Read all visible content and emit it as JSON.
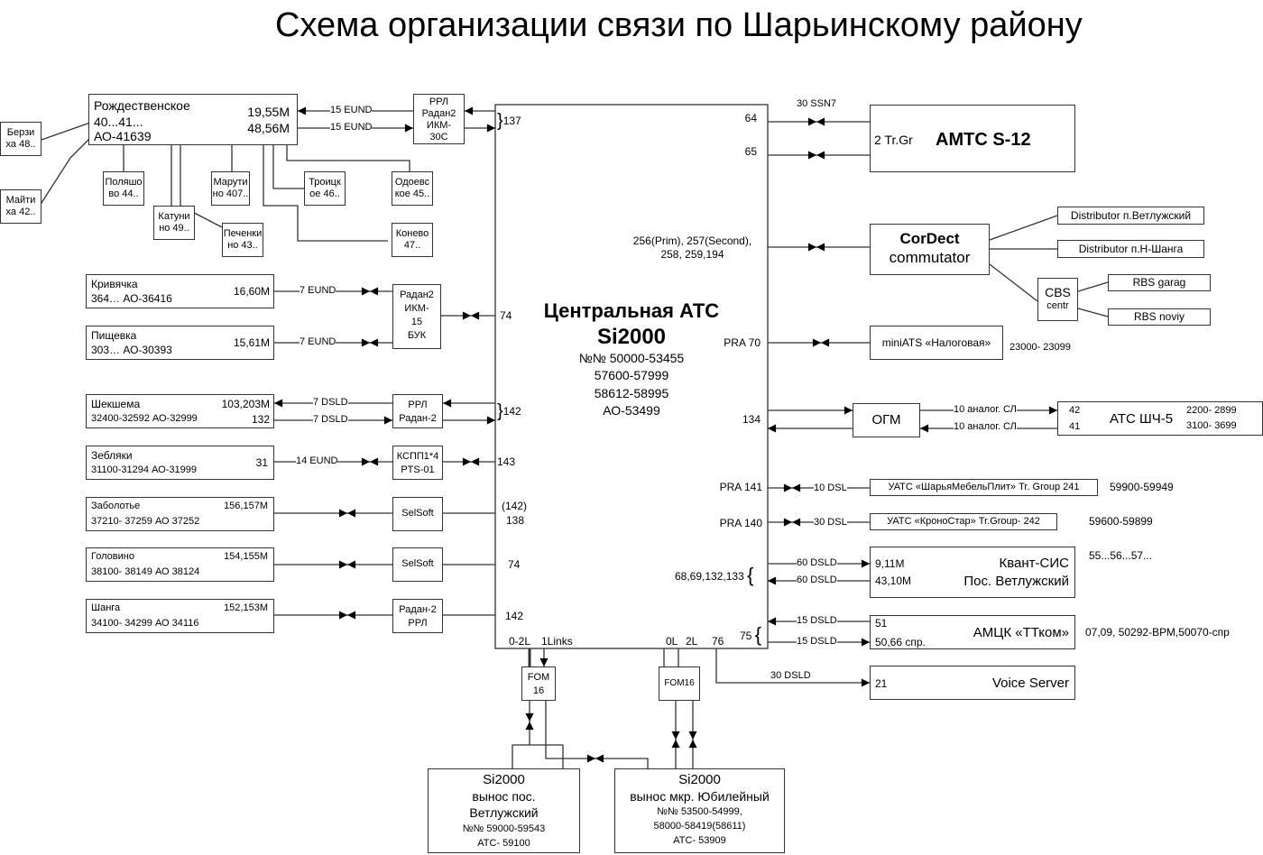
{
  "title": "Схема организации связи по Шарьинскому району",
  "central": {
    "name_line1": "Центральная АТС",
    "name_line2": "Si2000",
    "numbers": [
      "№№ 50000-53455",
      "57600-57999",
      "58612-58995",
      "АО-53499"
    ],
    "ports_left": [
      "137",
      "74",
      "142",
      "143",
      "(142)",
      "138",
      "74",
      "142"
    ],
    "ports_right": [
      "64",
      "65",
      "256(Prim), 257(Second),",
      "258, 259,194",
      "PRA 70",
      "134",
      "PRA 141",
      "PRA 140",
      "68,69,132,133",
      "75"
    ],
    "ports_bottom": [
      "0-2L",
      "1Links",
      "0L",
      "2L",
      "76"
    ]
  },
  "rozhd": {
    "name": "Рождественское",
    "line2": "40...41...",
    "line3": "АО-41639",
    "port1": "19,55M",
    "port2": "48,56M",
    "link1": "15 EUND",
    "link2": "15 EUND",
    "rrl": [
      "РРЛ",
      "Радан2",
      "ИКМ-",
      "30С"
    ]
  },
  "sub_nodes": [
    [
      "Берзи",
      "ха 48.."
    ],
    [
      "Майти",
      "ха 42.."
    ],
    [
      "Поляшо",
      "во 44.."
    ],
    [
      "Катуни",
      "но 49.."
    ],
    [
      "Печенки",
      "но 43.."
    ],
    [
      "Марути",
      "но 407.."
    ],
    [
      "Троицк",
      "ое 46.."
    ],
    [
      "Одоевс",
      "кое 45.."
    ],
    [
      "Конево",
      "47.."
    ]
  ],
  "left_nodes": [
    {
      "name": "Кривячка",
      "nums": "364… АО-36416",
      "port": "16,60M",
      "link": "7 EUND"
    },
    {
      "name": "Пищевка",
      "nums": "303… АО-30393",
      "port": "15,61M",
      "link": "7 EUND"
    },
    {
      "name": "Шекшема",
      "nums": "32400-32592 АО-32999",
      "port": "103,203M",
      "port2": "132",
      "link": "7 DSLD",
      "link2": "7 DSLD"
    },
    {
      "name": "Зебляки",
      "nums": "31100-31294 АО-31999",
      "port": "31",
      "link": "14 EUND"
    },
    {
      "name": "Заболотье",
      "nums": "37210- 37259  АО 37252",
      "port": "156,157M"
    },
    {
      "name": "Головино",
      "nums": "38100- 38149   АО 38124",
      "port": "154,155M"
    },
    {
      "name": "Шанга",
      "nums": "34100- 34299  АО 34116",
      "port": "152,153M"
    }
  ],
  "mid_devices": {
    "radan15": [
      "Радан2",
      "ИКМ-",
      "15",
      "БУК"
    ],
    "rrl_radan2": [
      "РРЛ",
      "Радан-2"
    ],
    "kspp": [
      "КСПП1*4",
      "PTS-01"
    ],
    "selsoft1": "SelSoft",
    "selsoft2": "SelSoft",
    "radan_rrl": [
      "Радан-2",
      "РРЛ"
    ]
  },
  "right": {
    "amts": {
      "link": "30 SSN7",
      "trgr": "2 Tr.Gr",
      "name": "АМТС S-12"
    },
    "cordect": {
      "name": "CorDect",
      "sub": "commutator",
      "dist1": "Distributor п.Ветлужский",
      "dist2": "Distributor п.Н-Шанга",
      "cbs1": "CBS",
      "cbs2": "centr",
      "rbs1": "RBS garag",
      "rbs2": "RBS noviy"
    },
    "miniats": {
      "name": "miniATS «Налоговая»",
      "range": "23000- 23099"
    },
    "ogm": {
      "name": "ОГМ",
      "link1": "10 аналог. СЛ",
      "link2": "10 аналог. СЛ"
    },
    "atsh": {
      "p1": "42",
      "p2": "41",
      "name": "АТС ШЧ-5",
      "r1": "2200- 2899",
      "r2": "3100- 3699"
    },
    "uats1": {
      "link": "10 DSL",
      "name": "УАТС «ШарьяМебельПлит»  Tr. Group 241",
      "range": "59900-59949"
    },
    "uats2": {
      "link": "30 DSL",
      "name": "УАТС «КроноСтар» Tr.Group- 242",
      "range": "59600-59899"
    },
    "kvant": {
      "link1": "60 DSLD",
      "link2": "60 DSLD",
      "p1": "9,11M",
      "p2": "43,10M",
      "name1": "Квант-СИС",
      "name2": "Пос. Ветлужский",
      "range": "55...56...57..."
    },
    "amck": {
      "link1": "15 DSLD",
      "link2": "15 DSLD",
      "p1": "51",
      "p2": "50,66 спр.",
      "name": "АМЦК «ТТком»",
      "range": "07,09, 50292-ВРМ,50070-спр"
    },
    "voice": {
      "link": "30 DSLD",
      "p": "21",
      "name": "Voice Server"
    }
  },
  "bottom": {
    "fom1": [
      "FOM",
      "16"
    ],
    "fom2": "FOM16",
    "vetl": [
      "Si2000",
      "вынос пос.",
      "Ветлужский",
      "№№ 59000-59543",
      "АТС- 59100"
    ],
    "yub": [
      "Si2000",
      "вынос мкр. Юбилейный",
      "№№ 53500-54999,",
      "58000-58419(58611)",
      "АТС- 53909"
    ]
  }
}
